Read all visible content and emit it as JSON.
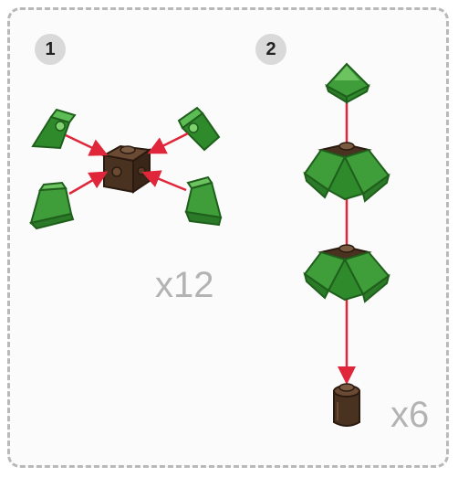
{
  "steps": [
    {
      "number": "1",
      "quantity": "x12"
    },
    {
      "number": "2",
      "quantity": "x6"
    }
  ],
  "colors": {
    "border": "#b9b9b9",
    "badge": "#d9d9d9",
    "green": "#3f9e3a",
    "green_dark": "#1f5f1c",
    "brown": "#4a3221",
    "arrow": "#e0263a",
    "quantity_text": "#b3b3b3"
  },
  "icons": [
    "green-slope-brick-icon",
    "brown-headlight-brick-icon",
    "green-cone-brick-icon",
    "brown-round-brick-icon"
  ]
}
